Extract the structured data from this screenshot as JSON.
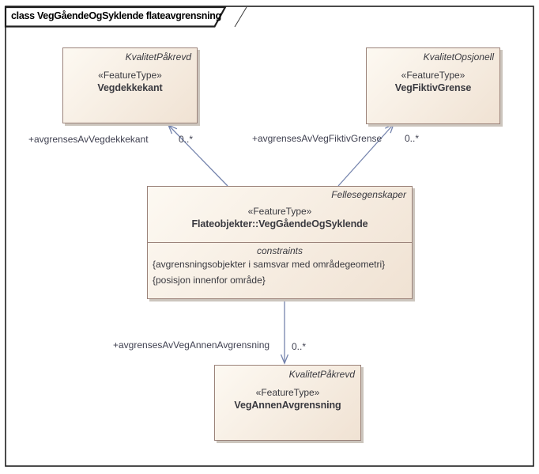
{
  "diagram": {
    "frame_label": "class VegGåendeOgSyklende flateavgrensning",
    "classes": [
      {
        "tagline": "KvalitetPåkrevd",
        "stereotype": "«FeatureType»",
        "name": "Vegdekkekant"
      },
      {
        "tagline": "KvalitetOpsjonell",
        "stereotype": "«FeatureType»",
        "name": "VegFiktivGrense"
      },
      {
        "tagline": "Fellesegenskaper",
        "stereotype": "«FeatureType»",
        "name": "Flateobjekter::VegGåendeOgSyklende",
        "compartment_label": "constraints",
        "constraints": [
          "{avgrensningsobjekter i samsvar med områdegeometri}",
          "{posisjon innenfor område}"
        ]
      },
      {
        "tagline": "KvalitetPåkrevd",
        "stereotype": "«FeatureType»",
        "name": "VegAnnenAvgrensning"
      }
    ],
    "associations": [
      {
        "role": "+avgrensesAvVegdekkekant",
        "multiplicity": "0..*"
      },
      {
        "role": "+avgrensesAvVegFiktivGrense",
        "multiplicity": "0..*"
      },
      {
        "role": "+avgrensesAvVegAnnenAvgrensning",
        "multiplicity": "0..*"
      }
    ],
    "colors": {
      "box_fill_light": "#fdf9f2",
      "box_fill_dark": "#f0e2d3",
      "box_border": "#9b837a",
      "line": "#7584ad",
      "frame": "#1f1f1f",
      "label_text": "#3f4050",
      "shadow": "#ccc5bd"
    }
  }
}
